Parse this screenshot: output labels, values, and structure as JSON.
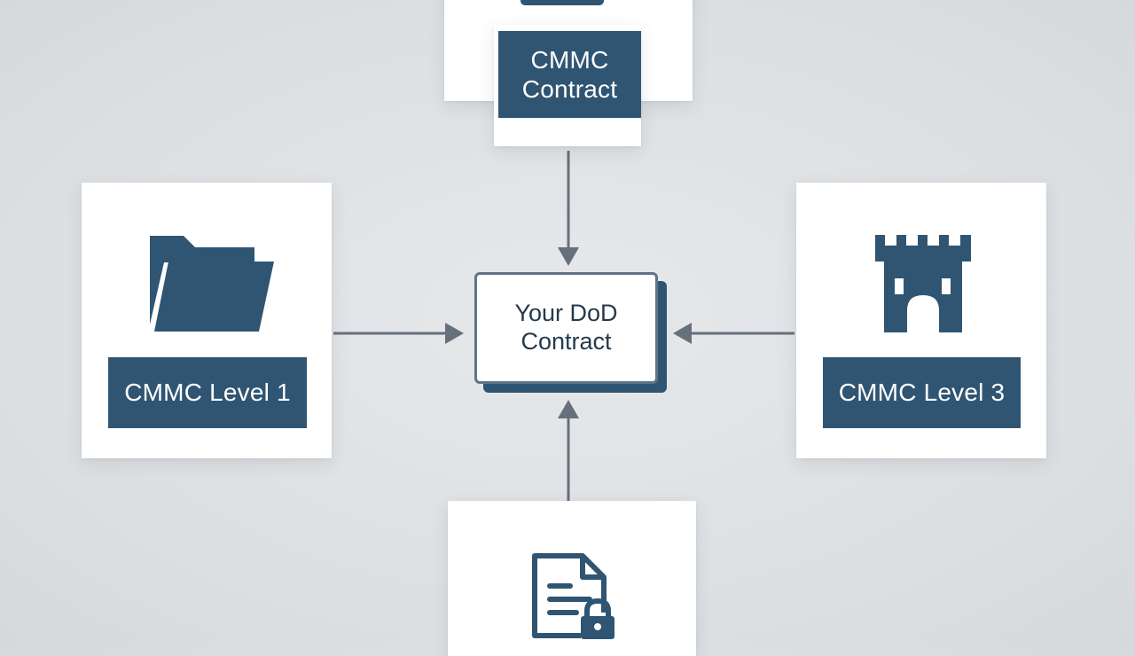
{
  "diagram": {
    "center": {
      "line1": "Your DoD",
      "line2": "Contract"
    },
    "top": {
      "line1": "CMMC",
      "line2": "Contract"
    },
    "left": {
      "label": "CMMC Level 1",
      "icon": "folder-icon"
    },
    "right": {
      "label": "CMMC Level 3",
      "icon": "castle-tower-icon"
    },
    "bottom": {
      "icon": "locked-document-icon"
    }
  },
  "colors": {
    "background": "#dcdfe2",
    "card": "#ffffff",
    "label": "#2f5573",
    "icon": "#2f5573",
    "arrow": "#66707a",
    "center_border": "#5f7486",
    "center_text": "#24394c"
  }
}
